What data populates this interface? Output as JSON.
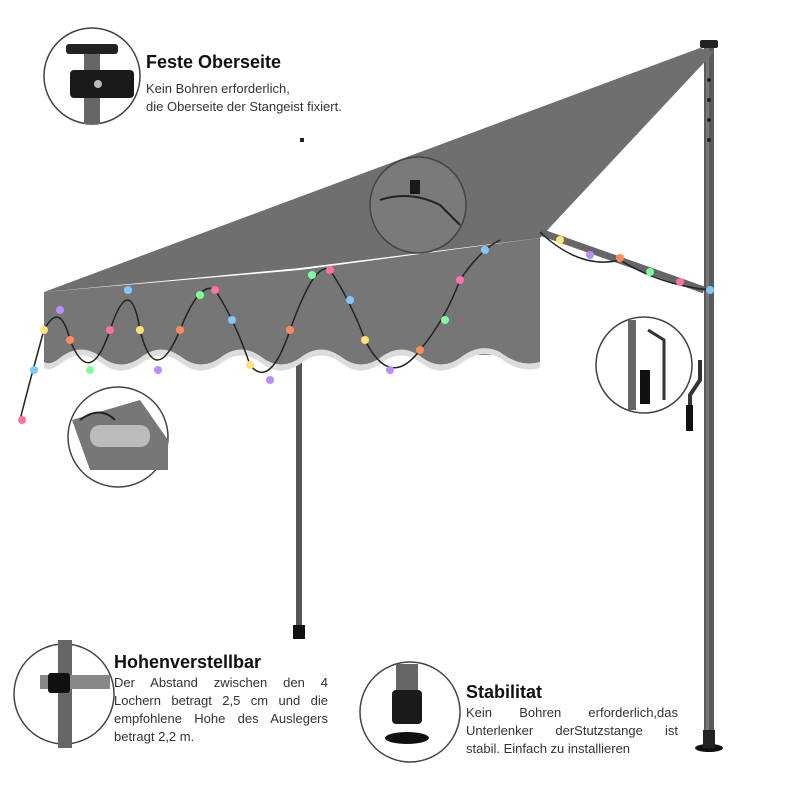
{
  "callouts": {
    "top": {
      "title": "Feste Oberseite",
      "line1": "Kein Bohren erforderlich,",
      "line2": "die Oberseite der Stangeist fixiert."
    },
    "height": {
      "title": "Hohenverstellbar",
      "text": "Der Abstand zwischen den 4 Lochern betragt 2,5 cm und die empfohlene Hohe des Auslegers betragt 2,2 m."
    },
    "stability": {
      "title": "Stabilitat",
      "text": "Kein Bohren erforderlich,das Unterlenker derStutzstange ist stabil. Einfach zu installieren"
    }
  },
  "colors": {
    "canopy": "#6e6e6e",
    "canopy_shadow": "#5f5f5f",
    "canopy_light": "#7a7a7a",
    "pole": "#555555",
    "lights": [
      "#ff6fa8",
      "#7ec8ff",
      "#ffe37a",
      "#b98cff",
      "#ff8a5c",
      "#7dff9b"
    ]
  }
}
